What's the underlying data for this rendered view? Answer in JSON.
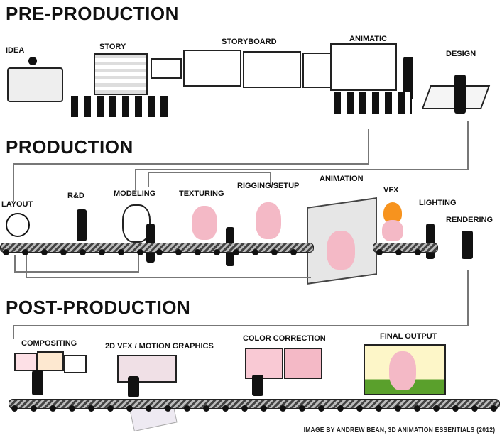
{
  "sections": {
    "pre_production": "PRE-PRODUCTION",
    "production": "PRODUCTION",
    "post_production": "POST-PRODUCTION"
  },
  "pre_production_steps": [
    "IDEA",
    "STORY",
    "STORYBOARD",
    "ANIMATIC",
    "DESIGN"
  ],
  "production_steps": [
    "LAYOUT",
    "R&D",
    "MODELING",
    "TEXTURING",
    "RIGGING/SETUP",
    "ANIMATION",
    "VFX",
    "LIGHTING",
    "RENDERING"
  ],
  "post_production_steps": [
    "COMPOSITING",
    "2D VFX / MOTION GRAPHICS",
    "COLOR CORRECTION",
    "FINAL OUTPUT"
  ],
  "credit": "IMAGE BY ANDREW BEAN, 3D ANIMATION ESSENTIALS (2012)",
  "colors": {
    "bunny": "#f4b9c6",
    "fire": "#f7931e",
    "grass": "#5aa02c",
    "sky": "#fdf6c8"
  }
}
